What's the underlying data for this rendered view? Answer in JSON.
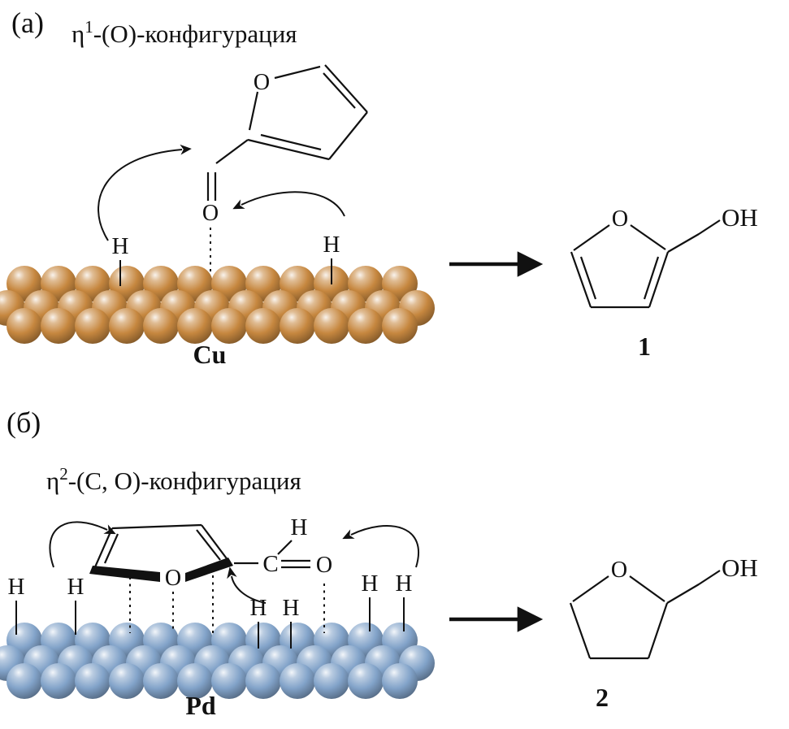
{
  "figure": {
    "panel_a": {
      "label": "(а)",
      "title": {
        "eta": "η",
        "sup": "1",
        "rest": "-(О)-конфигурация"
      },
      "adsorbate": {
        "ring_o": "O",
        "carbonyl_o": "O",
        "h_left": "H",
        "h_right": "H"
      },
      "surface_label": "Cu",
      "product": {
        "ring_o": "O",
        "oh_label": "OH",
        "number": "1"
      }
    },
    "panel_b": {
      "label": "(б)",
      "title": {
        "eta": "η",
        "sup": "2",
        "rest": "-(С, О)-конфигурация"
      },
      "adsorbate": {
        "ring_o": "O",
        "carbonyl_c": "C",
        "carbonyl_h": "H",
        "carbonyl_o": "O"
      },
      "h_atoms": [
        "H",
        "H",
        "H",
        "H",
        "H",
        "H"
      ],
      "surface_label": "Pd",
      "product": {
        "ring_o": "O",
        "oh_label": "OH",
        "number": "2"
      }
    },
    "colors": {
      "copper": "#c6873f",
      "palladium": "#82a3c9",
      "ink": "#111111"
    }
  }
}
